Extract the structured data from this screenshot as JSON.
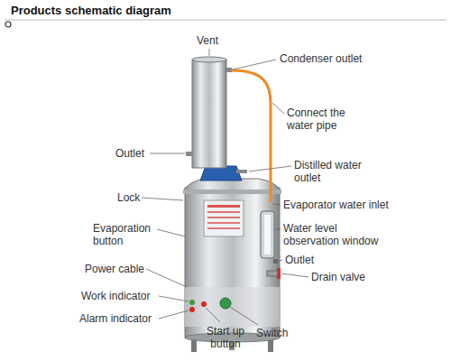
{
  "diagram": {
    "title": "Products schematic diagram",
    "labels": [
      "Vent",
      "Condenser outlet",
      "Connect the water pipe",
      "Outlet",
      "Distilled water outlet",
      "Lock",
      "Evaporator water inlet",
      "Evaporation button",
      "Water level observation window",
      "Outlet",
      "Drain valve",
      "Power cable",
      "Work indicator",
      "Alarm indicator",
      "Start up button",
      "Switch"
    ]
  }
}
